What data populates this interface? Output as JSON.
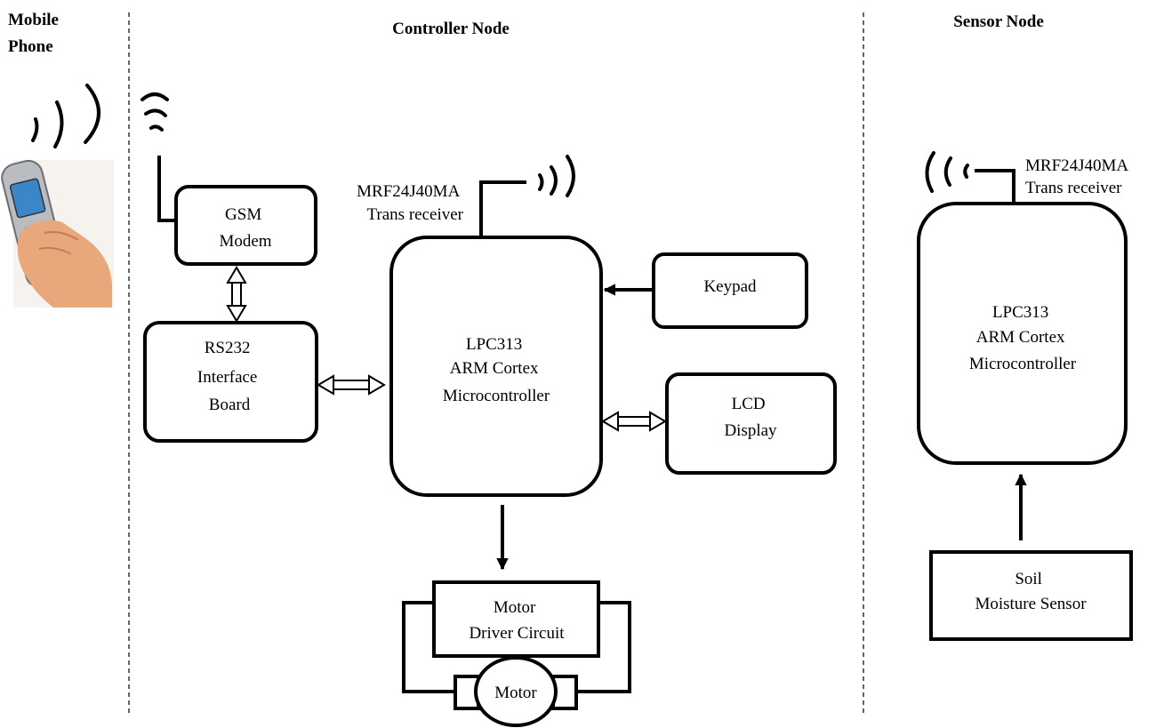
{
  "sections": {
    "mobile": [
      "Mobile",
      "Phone"
    ],
    "controller": "Controller Node",
    "sensor": "Sensor Node"
  },
  "blocks": {
    "gsm": [
      "GSM",
      "Modem"
    ],
    "rs232": [
      "RS232",
      "Interface",
      "Board"
    ],
    "mcu_controller": [
      "LPC313",
      "ARM Cortex",
      "Microcontroller"
    ],
    "keypad": [
      "Keypad"
    ],
    "lcd": [
      "LCD",
      "Display"
    ],
    "motor_driver": [
      "Motor",
      "Driver Circuit"
    ],
    "motor": [
      "Motor"
    ],
    "mcu_sensor": [
      "LPC313",
      "ARM Cortex",
      "Microcontroller"
    ],
    "soil_sensor": [
      "Soil",
      "Moisture Sensor"
    ]
  },
  "transceivers": {
    "controller": [
      "MRF24J40MA",
      "Trans receiver"
    ],
    "sensor": [
      "MRF24J40MA",
      "Trans receiver"
    ]
  },
  "colors": {
    "phone_body": "#b9bcc0",
    "phone_screen": "#3a86c8",
    "hand": "#e9a77c"
  }
}
